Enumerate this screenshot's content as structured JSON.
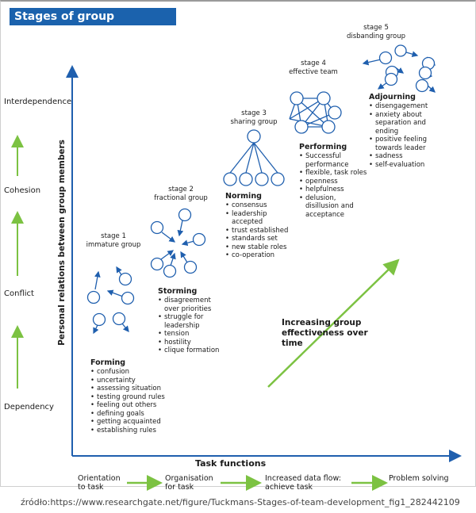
{
  "title": "Stages of group development",
  "y_axis_label": "Personal relations between group members",
  "x_axis_label": "Task functions",
  "levels": [
    "Interdependence",
    "Cohesion",
    "Conflict",
    "Dependency"
  ],
  "stages": [
    {
      "stage": "stage 1",
      "name": "immature group"
    },
    {
      "stage": "stage 2",
      "name": "fractional group"
    },
    {
      "stage": "stage 3",
      "name": "sharing group"
    },
    {
      "stage": "stage 4",
      "name": "effective team"
    },
    {
      "stage": "stage 5",
      "name": "disbanding group"
    }
  ],
  "phases": [
    {
      "heading": "Forming",
      "items": [
        "confusion",
        "uncertainty",
        "assessing  situation",
        "testing ground rules",
        "feeling out others",
        "defining goals",
        "getting acquainted",
        "establishing rules"
      ]
    },
    {
      "heading": "Storming",
      "items": [
        "disagreement over priorities",
        "struggle for leadership",
        "tension",
        "hostility",
        "clique formation"
      ]
    },
    {
      "heading": "Norming",
      "items": [
        "consensus",
        "leadership accepted",
        "trust established",
        "standards set",
        "new stable roles",
        "co-operation"
      ]
    },
    {
      "heading": "Performing",
      "items": [
        "Successful performance",
        "flexible, task roles",
        "openness",
        "helpfulness",
        "delusion, disillusion and acceptance"
      ]
    },
    {
      "heading": "Adjourning",
      "items": [
        "disengagement",
        "anxiety about separation and ending",
        "positive feeling towards leader",
        "sadness",
        "self-evaluation"
      ]
    }
  ],
  "effectiveness_label": "Increasing group effectiveness over time",
  "task_flow": [
    {
      "line1": "Orientation",
      "line2": "to task"
    },
    {
      "line1": "Organisation",
      "line2": "for task"
    },
    {
      "line1": "Increased data flow:",
      "line2": "achieve task"
    },
    {
      "line1": "Problem solving",
      "line2": ""
    }
  ],
  "source": "źródło:https://www.researchgate.net/figure/Tuckmans-Stages-of-team-development_fig1_282442109",
  "colors": {
    "title_bg": "#1b62ad",
    "axis": "#1f5fae",
    "arrow_green": "#7cc242",
    "node_stroke": "#1f5fae"
  }
}
